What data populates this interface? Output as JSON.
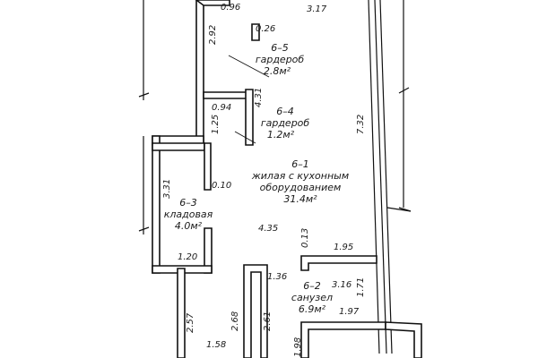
{
  "rooms": {
    "r6_5": {
      "number": "6–5",
      "name": "гардероб",
      "area": "2.8м²"
    },
    "r6_4": {
      "number": "6–4",
      "name": "гардероб",
      "area": "1.2м²"
    },
    "r6_1": {
      "number": "6–1",
      "name_line1": "жилая с кухонным",
      "name_line2": "оборудованием",
      "area": "31.4м²"
    },
    "r6_3": {
      "number": "6–3",
      "name": "кладовая",
      "area": "4.0м²"
    },
    "r6_2": {
      "number": "6–2",
      "name": "санузел",
      "area": "6.9м²"
    }
  },
  "dimensions": {
    "d096": "0.96",
    "d317": "3.17",
    "d026": "0.26",
    "d292": "2.92",
    "d431": "4.31",
    "d094": "0.94",
    "d125": "1.25",
    "d732": "7.32",
    "d331": "3.31",
    "d010": "0.10",
    "d435": "4.35",
    "d013": "0.13",
    "d195": "1.95",
    "d120": "1.20",
    "d136": "1.36",
    "d316": "3.16",
    "d171": "1.71",
    "d257": "2.57",
    "d268": "2.68",
    "d261": "2.61",
    "d197": "1.97",
    "d158": "1.58",
    "d198": "1.98"
  }
}
